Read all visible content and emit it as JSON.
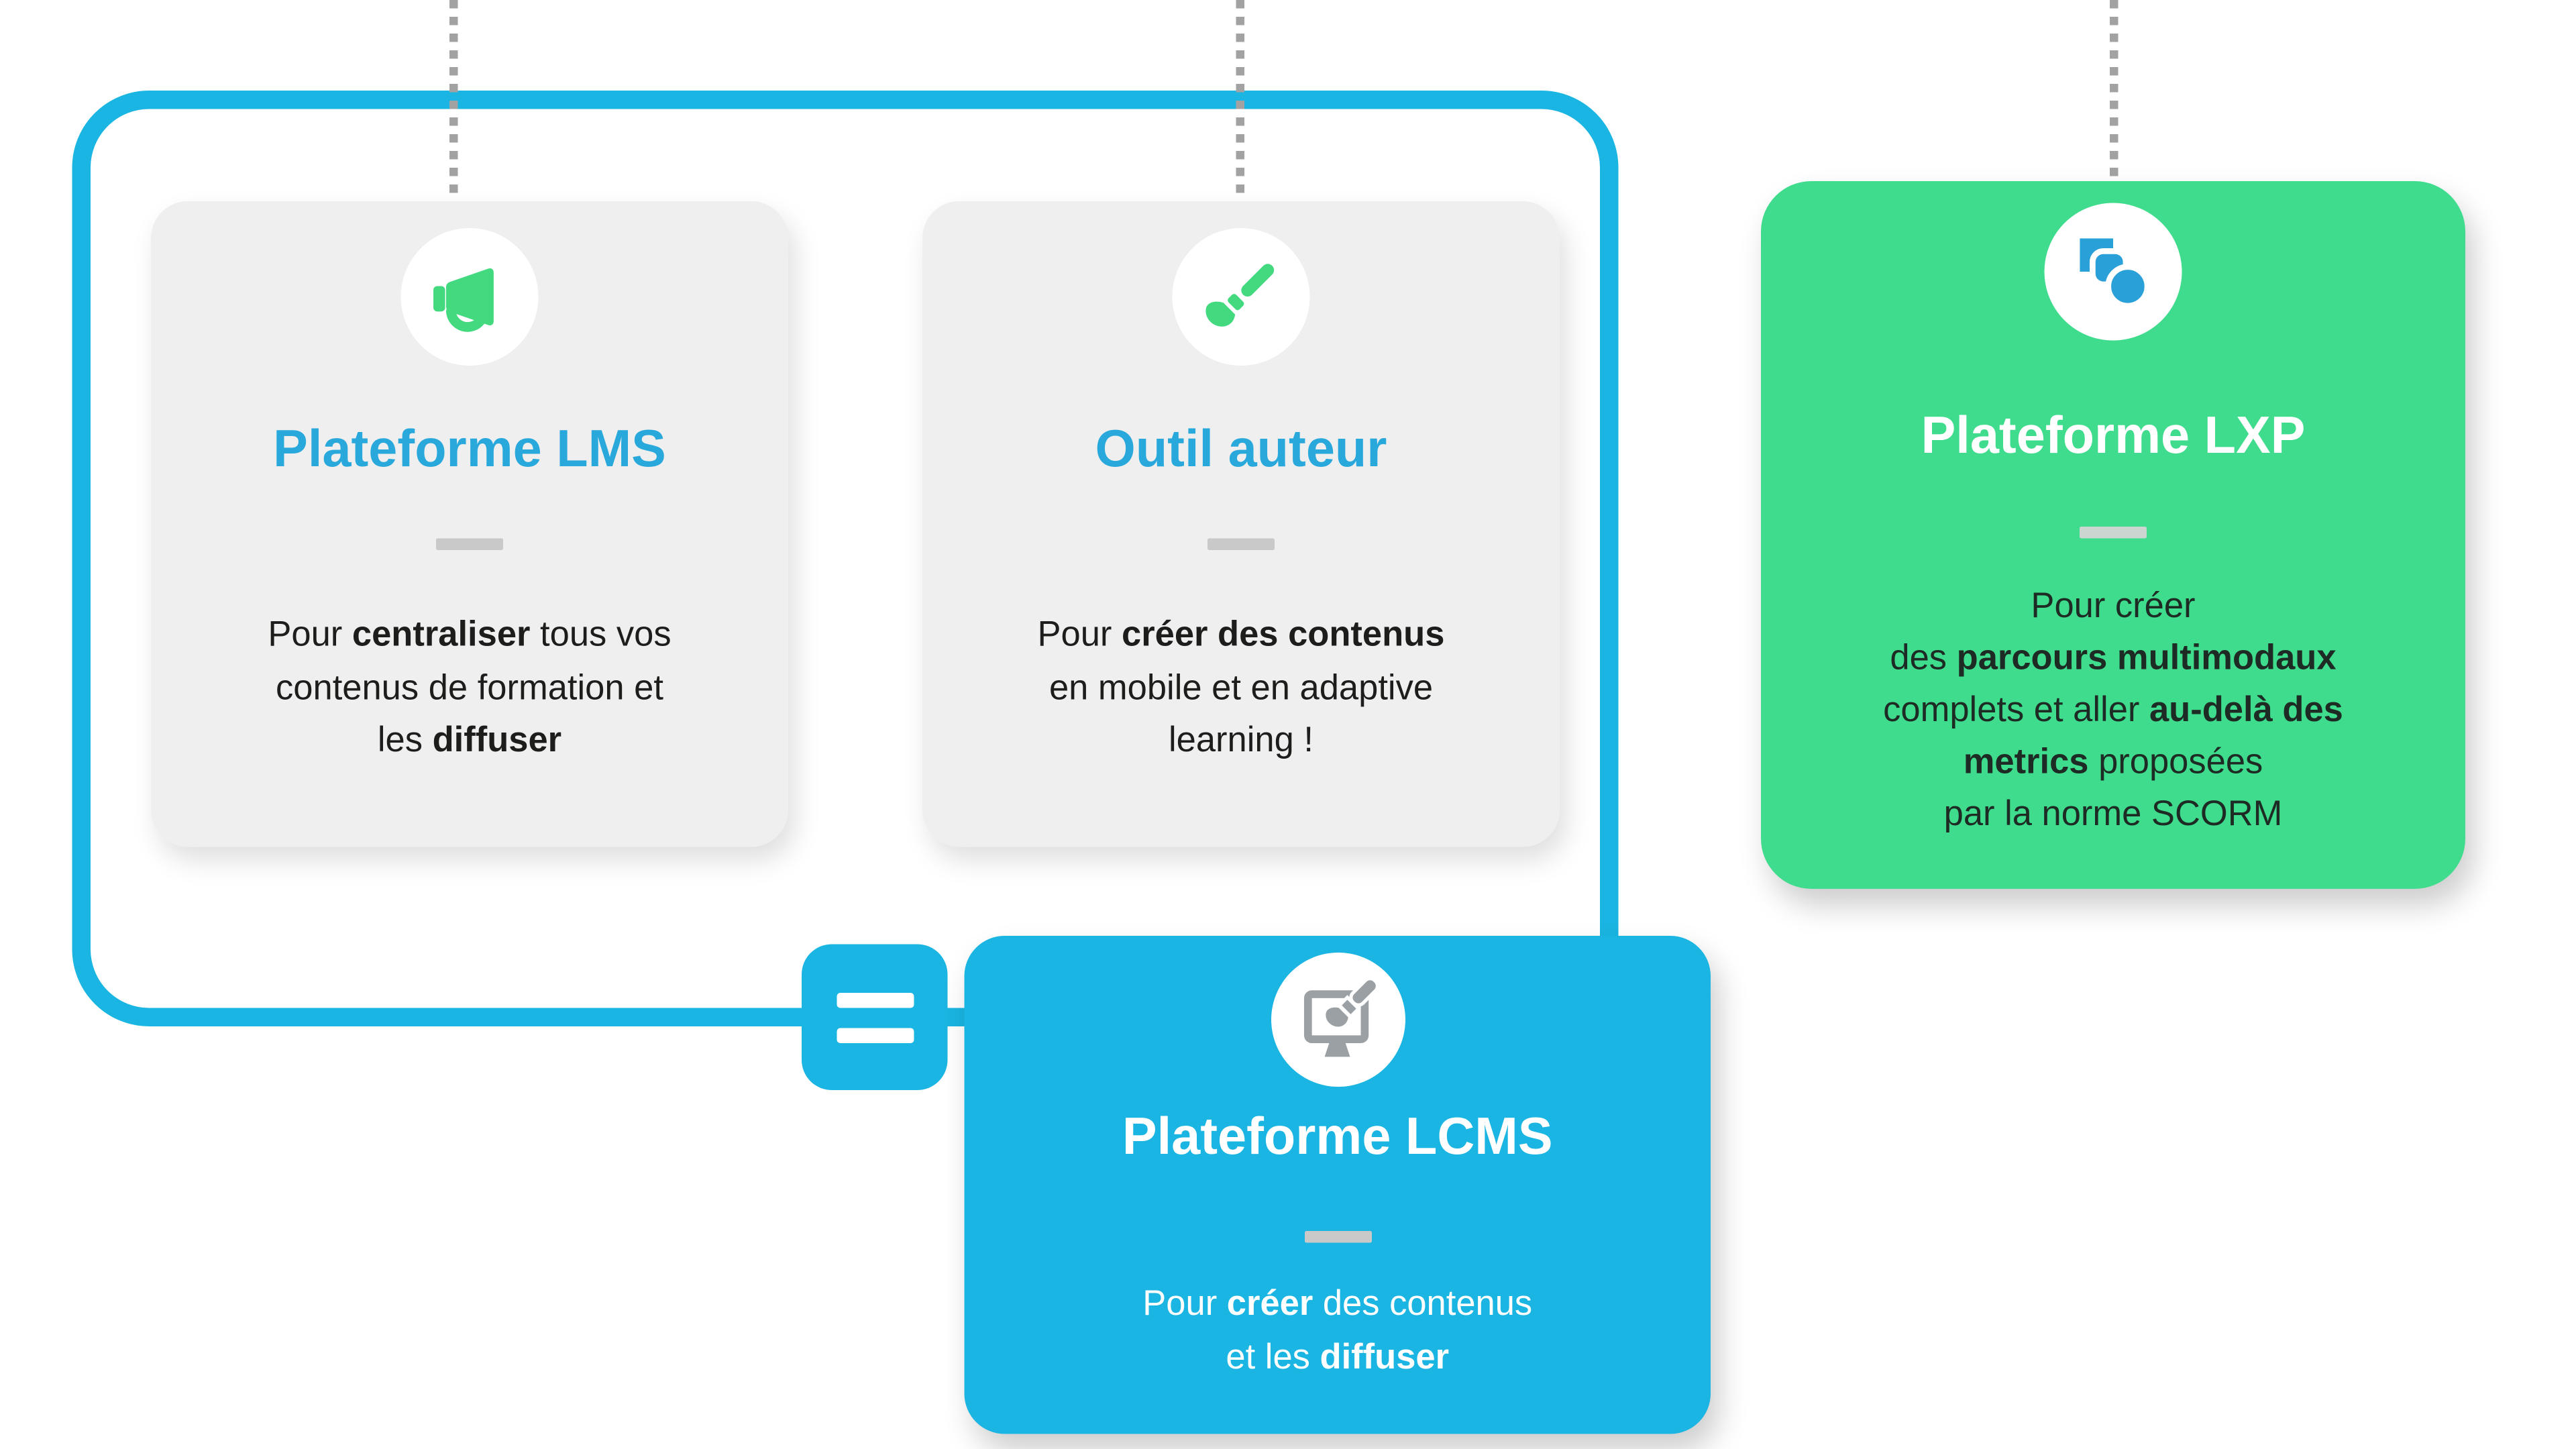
{
  "diagram": {
    "colors": {
      "border_blue": "#1ab5e2",
      "title_blue": "#29a8db",
      "card_gray": "#efefef",
      "lxp_green": "#3edc8c",
      "lcms_blue": "#1ab5e2",
      "icon_green": "#42d97f",
      "icon_blue": "#2aa0d8",
      "icon_gray": "#9aa0a4",
      "divider_gray": "#c9c9c9",
      "dot_gray": "#a2a2a2",
      "body_dark": "#1d1d1b",
      "body_white": "#ffffff"
    },
    "equals_label": "=",
    "cards": [
      {
        "id": "lms",
        "icon": "megaphone-icon",
        "title": "Plateforme LMS",
        "lines": [
          [
            {
              "text": "Pour ",
              "bold": false
            },
            {
              "text": "centraliser",
              "bold": true
            },
            {
              "text": " tous vos",
              "bold": false
            }
          ],
          [
            {
              "text": "contenus de formation et",
              "bold": false
            }
          ],
          [
            {
              "text": "les ",
              "bold": false
            },
            {
              "text": "diffuser",
              "bold": true
            }
          ]
        ]
      },
      {
        "id": "outil-auteur",
        "icon": "paintbrush-icon",
        "title": "Outil auteur",
        "lines": [
          [
            {
              "text": "Pour ",
              "bold": false
            },
            {
              "text": "créer des contenus",
              "bold": true
            }
          ],
          [
            {
              "text": "en mobile et en adaptive",
              "bold": false
            }
          ],
          [
            {
              "text": "learning !",
              "bold": false
            }
          ]
        ]
      },
      {
        "id": "lxp",
        "icon": "shapes-icon",
        "title": "Plateforme LXP",
        "lines": [
          [
            {
              "text": "Pour créer",
              "bold": false
            }
          ],
          [
            {
              "text": "des ",
              "bold": false
            },
            {
              "text": "parcours multimodaux",
              "bold": true
            }
          ],
          [
            {
              "text": "complets et aller ",
              "bold": false
            },
            {
              "text": "au-delà des",
              "bold": true
            }
          ],
          [
            {
              "text": "metrics",
              "bold": true
            },
            {
              "text": " proposées",
              "bold": false
            }
          ],
          [
            {
              "text": "par la norme SCORM",
              "bold": false
            }
          ]
        ]
      },
      {
        "id": "lcms",
        "icon": "monitor-brush-icon",
        "title": "Plateforme LCMS",
        "lines": [
          [
            {
              "text": "Pour ",
              "bold": false
            },
            {
              "text": "créer",
              "bold": true
            },
            {
              "text": " des contenus",
              "bold": false
            }
          ],
          [
            {
              "text": "et les ",
              "bold": false
            },
            {
              "text": "diffuser",
              "bold": true
            }
          ]
        ]
      }
    ]
  }
}
